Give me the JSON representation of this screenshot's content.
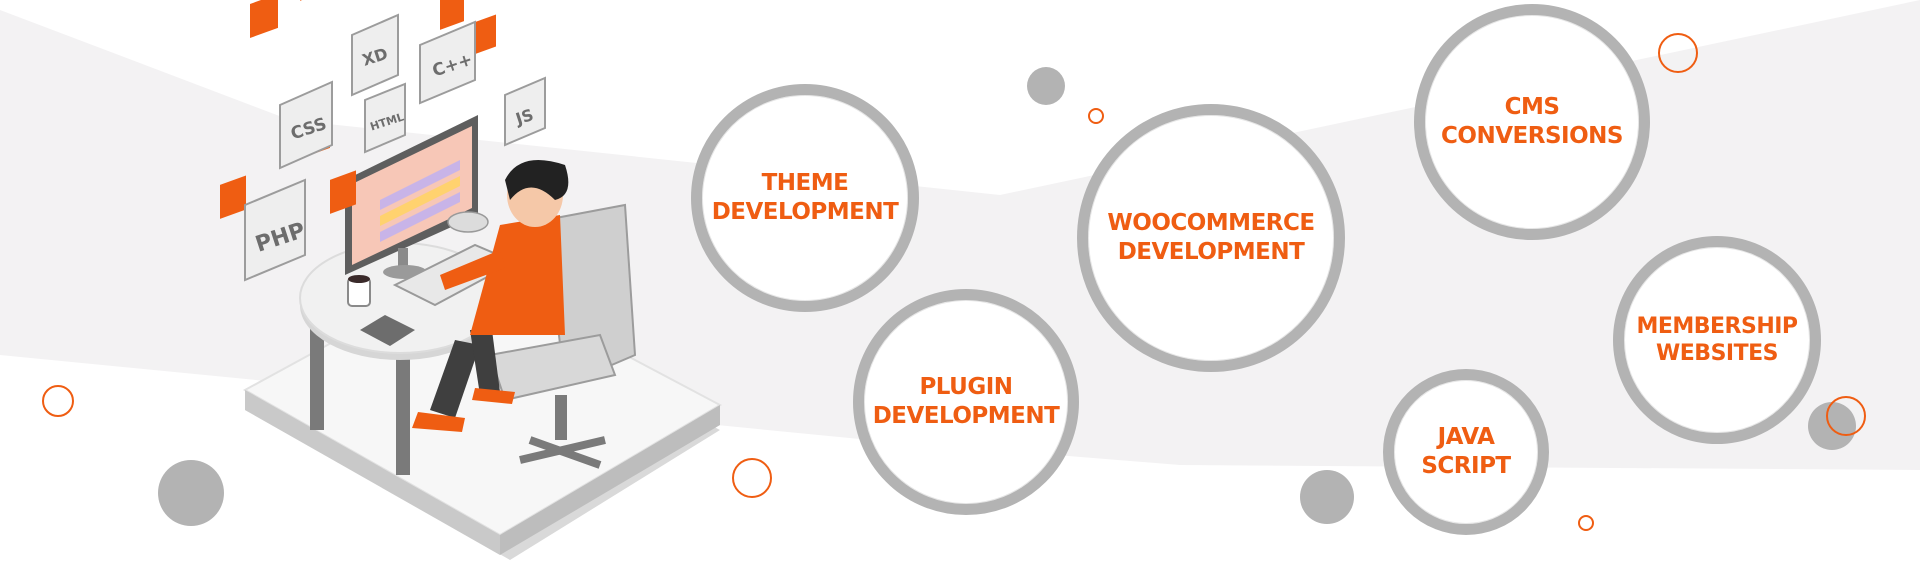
{
  "colors": {
    "accent": "#ef5d12",
    "ring": "#b3b3b3",
    "band": "#f3f2f3"
  },
  "illustration": {
    "tech_tiles": [
      "XD",
      "C++",
      "CSS",
      "HTML",
      "JS",
      "PHP"
    ]
  },
  "services": [
    {
      "id": "theme",
      "label": "THEME\nDEVELOPMENT"
    },
    {
      "id": "plugin",
      "label": "PLUGIN\nDEVELOPMENT"
    },
    {
      "id": "woocommerce",
      "label": "WOOCOMMERCE\nDEVELOPMENT"
    },
    {
      "id": "cms",
      "label": "CMS\nCONVERSIONS"
    },
    {
      "id": "javascript",
      "label": "JAVA\nSCRIPT"
    },
    {
      "id": "membership",
      "label": "MEMBERSHIP\nWEBSITES"
    }
  ]
}
